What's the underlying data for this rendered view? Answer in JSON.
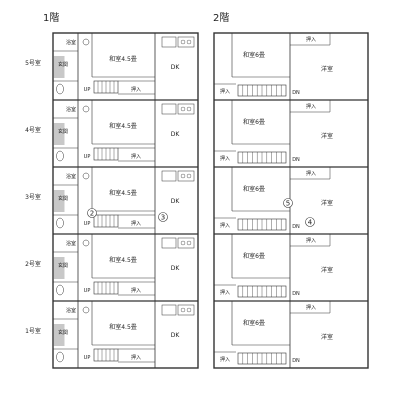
{
  "floors": [
    {
      "title": "1階",
      "units": [
        {
          "label": "5号室",
          "bath": "浴室",
          "entry": "玄関",
          "japanese_room": "和室4.5畳",
          "dk": "DK",
          "closet": "押入",
          "up": "UP",
          "markers": []
        },
        {
          "label": "4号室",
          "bath": "浴室",
          "entry": "玄関",
          "japanese_room": "和室4.5畳",
          "dk": "DK",
          "closet": "押入",
          "up": "UP",
          "markers": []
        },
        {
          "label": "3号室",
          "bath": "浴室",
          "entry": "玄関",
          "japanese_room": "和室4.5畳",
          "dk": "DK",
          "closet": "押入",
          "up": "UP",
          "markers": [
            "2",
            "3"
          ]
        },
        {
          "label": "2号室",
          "bath": "浴室",
          "entry": "玄関",
          "japanese_room": "和室4.5畳",
          "dk": "DK",
          "closet": "押入",
          "up": "UP",
          "markers": []
        },
        {
          "label": "1号室",
          "bath": "浴室",
          "entry": "玄関",
          "japanese_room": "和室4.5畳",
          "dk": "DK",
          "closet": "押入",
          "up": "UP",
          "markers": []
        }
      ]
    },
    {
      "title": "2階",
      "units": [
        {
          "japanese_room": "和室6畳",
          "western_room": "洋室",
          "closet_top": "押入",
          "closet_bottom": "押入",
          "dn": "DN",
          "markers": []
        },
        {
          "japanese_room": "和室6畳",
          "western_room": "洋室",
          "closet_top": "押入",
          "closet_bottom": "押入",
          "dn": "DN",
          "markers": []
        },
        {
          "japanese_room": "和室6畳",
          "western_room": "洋室",
          "closet_top": "押入",
          "closet_bottom": "押入",
          "dn": "DN",
          "markers": [
            "5",
            "4"
          ]
        },
        {
          "japanese_room": "和室6畳",
          "western_room": "洋室",
          "closet_top": "押入",
          "closet_bottom": "押入",
          "dn": "DN",
          "markers": []
        },
        {
          "japanese_room": "和室6畳",
          "western_room": "洋室",
          "closet_top": "押入",
          "closet_bottom": "押入",
          "dn": "DN",
          "markers": []
        }
      ]
    }
  ],
  "colors": {
    "line": "#333333",
    "paper": "#ffffff",
    "tile": "#9a9a9a"
  }
}
